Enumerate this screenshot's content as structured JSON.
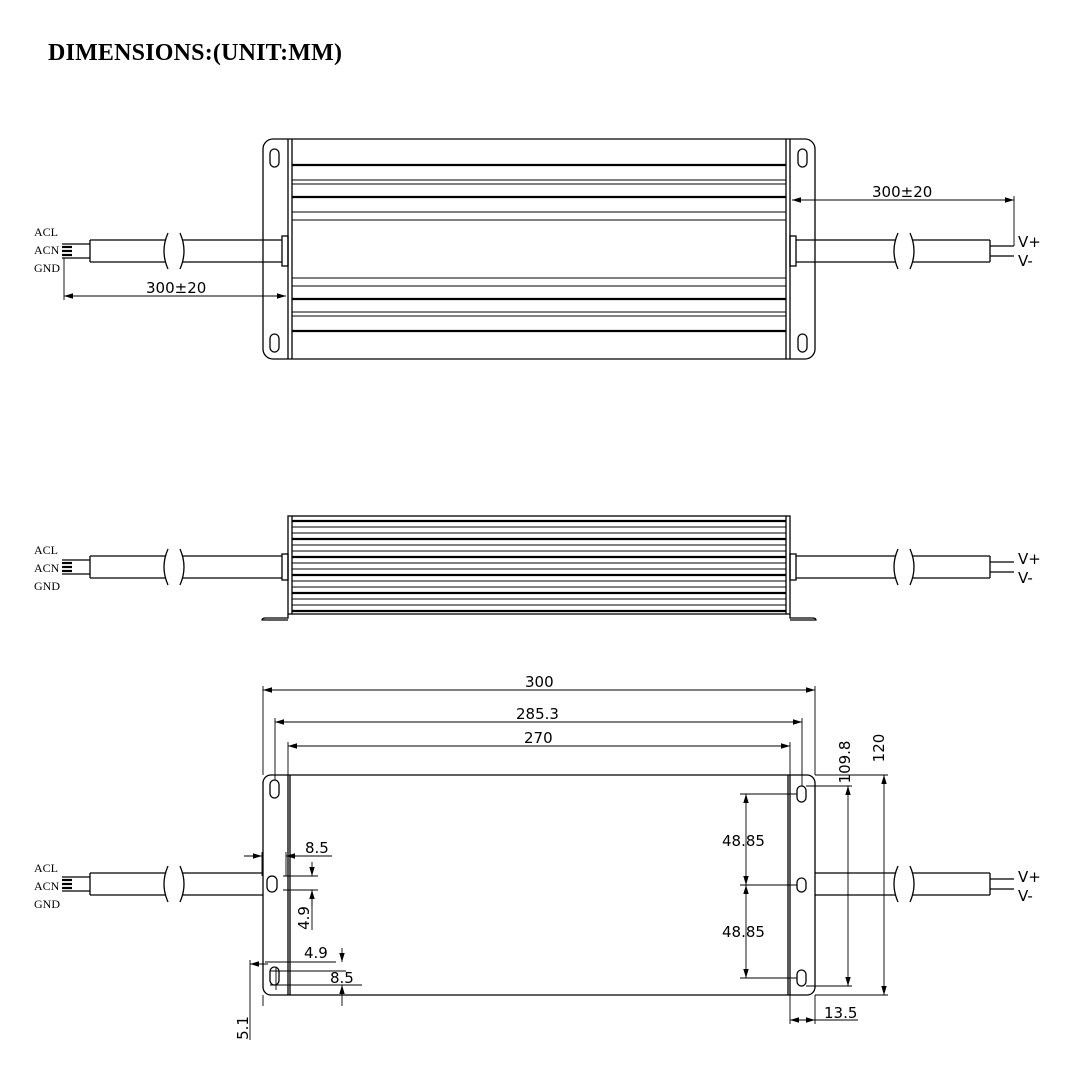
{
  "title": "DIMENSIONS:(UNIT:MM)",
  "wire_labels": {
    "input": [
      "ACL",
      "ACN",
      "GND"
    ],
    "output": [
      "V+",
      "V-"
    ]
  },
  "top_view": {
    "cable_length_left": "300±20",
    "cable_length_right": "300±20"
  },
  "bottom_view": {
    "overall_length": "300",
    "mount_hole_spacing": "285.3",
    "body_length": "270",
    "width_inner": "109.8",
    "width_overall": "120",
    "slot_upper_width": "8.5",
    "slot_upper_height": "4.9",
    "slot_lower_width": "4.9",
    "slot_lower_height": "8.5",
    "flange_thickness": "5.1",
    "hole_pitch_upper": "48.85",
    "hole_pitch_lower": "48.85",
    "flange_width": "13.5"
  }
}
